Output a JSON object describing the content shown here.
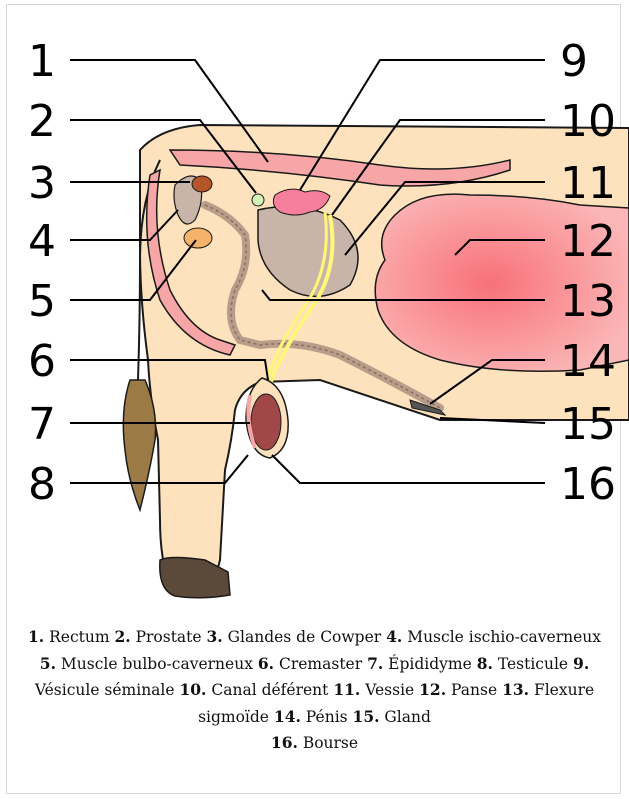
{
  "labels": [
    {
      "n": "1",
      "name": "Rectum"
    },
    {
      "n": "2",
      "name": "Prostate"
    },
    {
      "n": "3",
      "name": "Glandes de Cowper"
    },
    {
      "n": "4",
      "name": "Muscle ischio-caverneux"
    },
    {
      "n": "5",
      "name": "Muscle bulbo-caverneux"
    },
    {
      "n": "6",
      "name": "Cremaster"
    },
    {
      "n": "7",
      "name": "Épididyme"
    },
    {
      "n": "8",
      "name": "Testicule"
    },
    {
      "n": "9",
      "name": "Vésicule séminale"
    },
    {
      "n": "10",
      "name": "Canal déférent"
    },
    {
      "n": "11",
      "name": "Vessie"
    },
    {
      "n": "12",
      "name": "Panse"
    },
    {
      "n": "13",
      "name": "Flexure sigmoïde"
    },
    {
      "n": "14",
      "name": "Pénis"
    },
    {
      "n": "15",
      "name": "Gland"
    },
    {
      "n": "16",
      "name": "Bourse"
    }
  ],
  "caption": [
    {
      "num": "1.",
      "text": " Rectum "
    },
    {
      "num": "2.",
      "text": " Prostate "
    },
    {
      "num": "3.",
      "text": " Glandes de Cowper "
    },
    {
      "num": "4.",
      "text": " Muscle ischio-caverneux "
    },
    {
      "num": "5.",
      "text": " Muscle bulbo-caverneux "
    },
    {
      "num": "6.",
      "text": " Cremaster "
    },
    {
      "num": "7.",
      "text": " Épididyme "
    },
    {
      "num": "8.",
      "text": " Testicule "
    },
    {
      "num": "9.",
      "text": " Vésicule séminale "
    },
    {
      "num": "10.",
      "text": " Canal déférent "
    },
    {
      "num": "11.",
      "text": " Vessie "
    },
    {
      "num": "12.",
      "text": " Panse "
    },
    {
      "num": "13.",
      "text": " Flexure sigmoïde "
    },
    {
      "num": "14.",
      "text": " Pénis "
    },
    {
      "num": "15.",
      "text": " Gland "
    },
    {
      "num": "16.",
      "text": " Bourse"
    }
  ],
  "colors": {
    "skin": "#fde2bd",
    "muscle": "#f6a6a6",
    "rumen": "#f86f78",
    "gland": "#c8b4a8",
    "bulb": "#b5562a",
    "vas": "#fff67a",
    "hoof": "#5b4a3a",
    "tail": "#9b7a45"
  }
}
